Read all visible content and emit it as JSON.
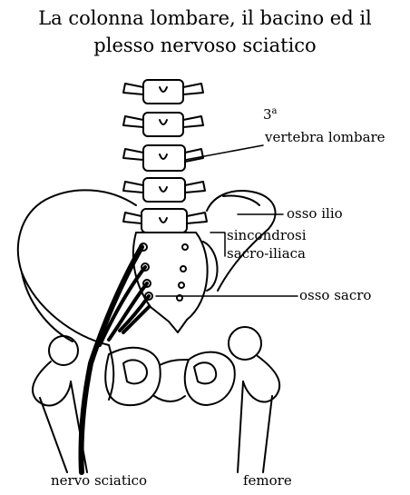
{
  "title_line1": "La colonna lombare, il bacino ed il",
  "title_line2": "plesso nervoso sciatico",
  "labels": {
    "vertebra_number": "3",
    "vertebra_sup": "a",
    "vertebra": "vertebra lombare",
    "ilio": "osso ilio",
    "sincondrosi_1": "sincondrosi",
    "sincondrosi_2": "sacro-iliaca",
    "sacro": "osso sacro",
    "nervo": "nervo sciatico",
    "femore": "femore"
  },
  "colors": {
    "ink": "#000000",
    "background": "#ffffff"
  }
}
